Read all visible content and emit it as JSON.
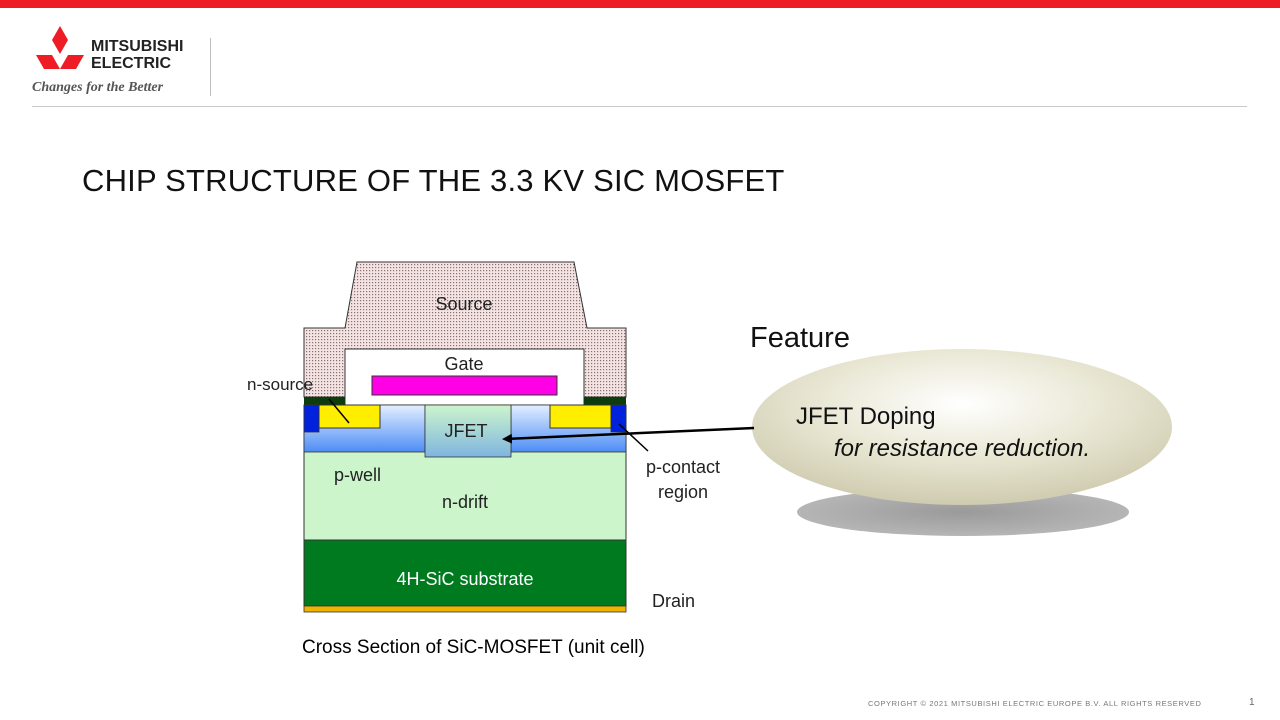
{
  "logo": {
    "brand_line1": "MITSUBISHI",
    "brand_line2": "ELECTRIC",
    "tagline": "Changes for the Better"
  },
  "title": "CHIP STRUCTURE OF THE 3.3 KV SIC MOSFET",
  "diagram": {
    "labels": {
      "source": "Source",
      "gate": "Gate",
      "n_source": "n-source",
      "jfet": "JFET",
      "p_well": "p-well",
      "n_drift": "n-drift",
      "substrate": "4H-SiC substrate",
      "drain": "Drain",
      "p_contact_line1": "p-contact",
      "p_contact_line2": "region"
    },
    "feature": {
      "heading": "Feature",
      "line1": "JFET Doping",
      "line2": "for resistance reduction."
    },
    "caption": "Cross Section of SiC-MOSFET (unit cell)"
  },
  "footer": {
    "copyright": "COPYRIGHT © 2021 MITSUBISHI ELECTRIC EUROPE B.V. ALL RIGHTS RESERVED",
    "page_number": "1"
  },
  "colors": {
    "accent_red": "#ee1c25",
    "gate_magenta": "#ff00e6",
    "n_drift": "#ccf5cc",
    "substrate": "#007a1f",
    "n_source_yellow": "#ffee00",
    "p_contact_blue": "#0022dd"
  }
}
